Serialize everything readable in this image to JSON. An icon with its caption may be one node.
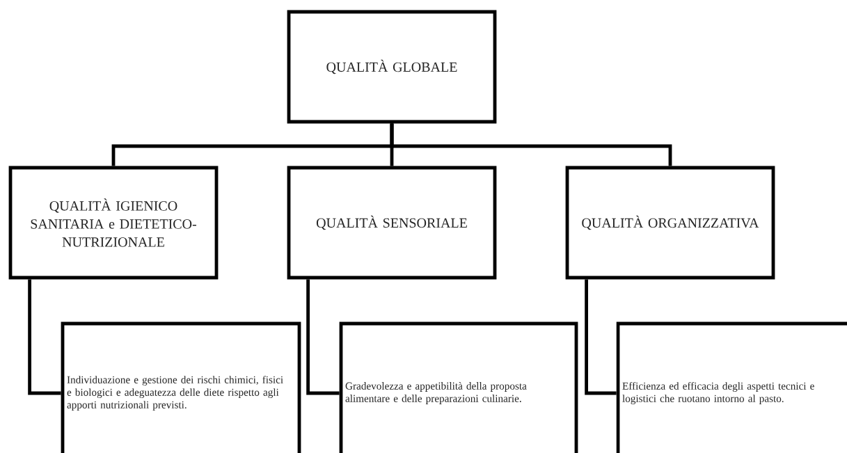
{
  "diagram": {
    "nodes": [
      {
        "text": [
          "QUALITÀ GLOBALE"
        ]
      },
      {
        "text": [
          "QUALITÀ IGIENICO SANITARIA e DIETETICO-NUTRIZIONALE"
        ]
      },
      {
        "text": [
          "QUALITÀ SENSORIALE"
        ]
      },
      {
        "text": [
          "QUALITÀ ORGANIZZATIVA"
        ]
      },
      {
        "text": [
          "Individuazione e gestione dei rischi chimici, fisici e biologici e adeguatezza delle diete rispetto agli apporti nutrizionali previsti."
        ]
      },
      {
        "text": [
          "Gradevolezza e appetibilità della proposta alimentare e delle preparazioni culinarie."
        ]
      },
      {
        "text": [
          "Efficienza ed efficacia degli aspetti tecnici e logistici che ruotano intorno al pasto."
        ]
      }
    ],
    "edges": [
      {
        "from": 0,
        "to": 1,
        "arrow": "none"
      },
      {
        "from": 0,
        "to": 2,
        "arrow": "none"
      },
      {
        "from": 0,
        "to": 3,
        "arrow": "none"
      },
      {
        "from": 1,
        "to": 4,
        "arrow": "none"
      },
      {
        "from": 2,
        "to": 5,
        "arrow": "none"
      },
      {
        "from": 3,
        "to": 6,
        "arrow": "none"
      }
    ]
  }
}
